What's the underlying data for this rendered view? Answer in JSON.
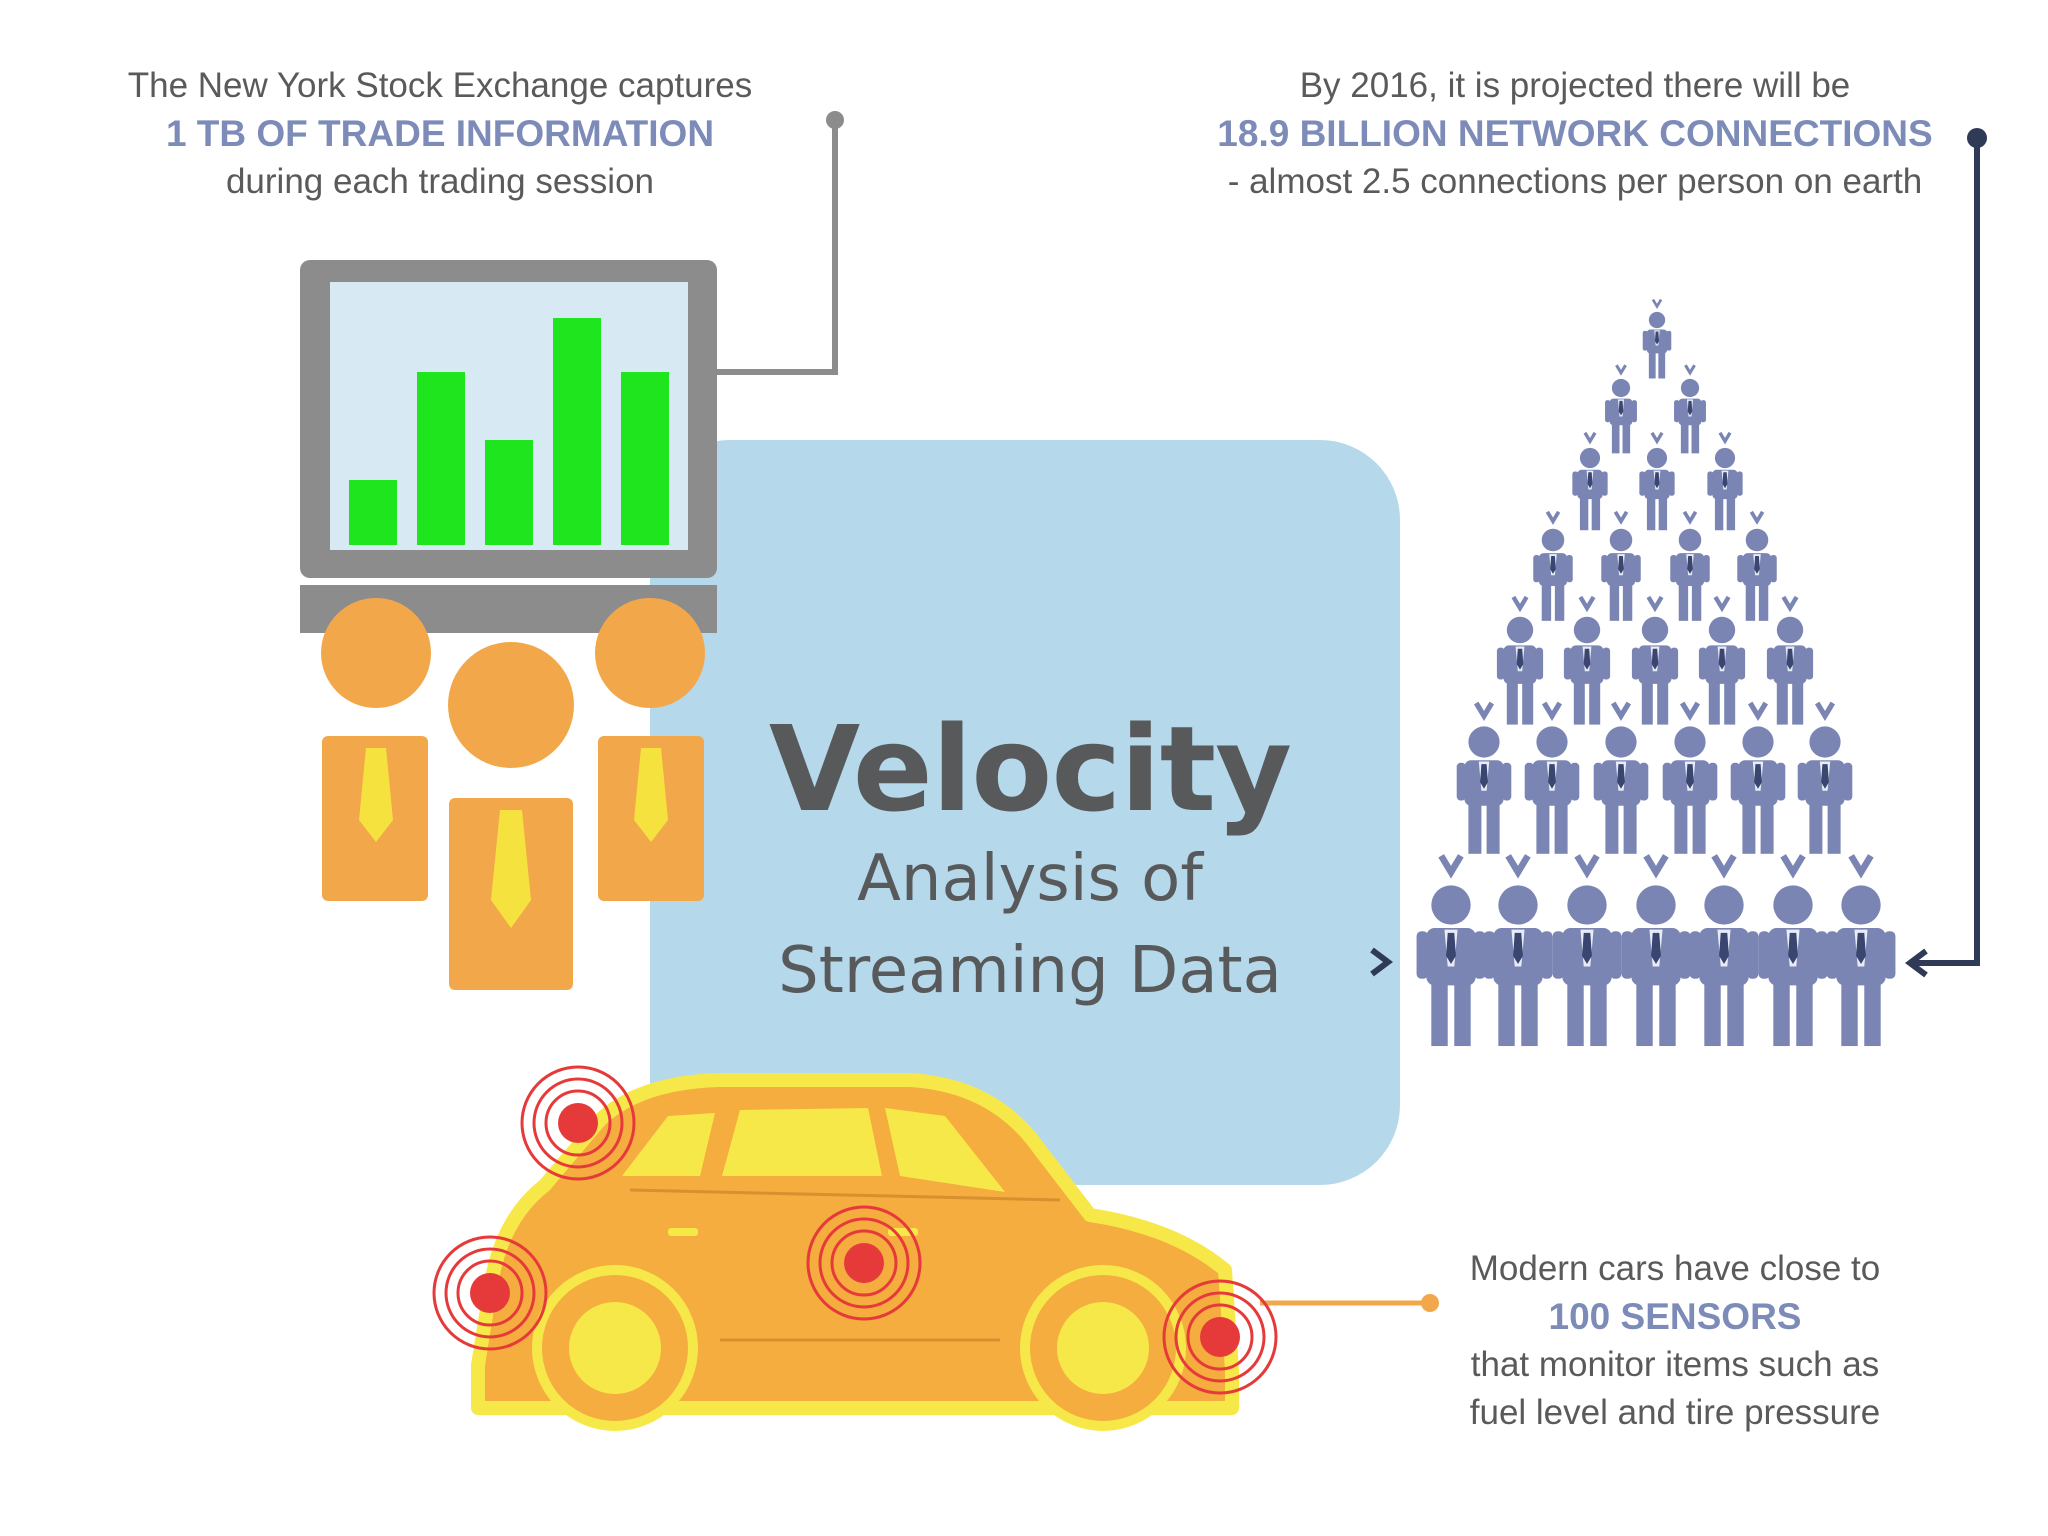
{
  "colors": {
    "panel": "#b5d8eb",
    "monitor_frame": "#8c8c8c",
    "monitor_screen": "#d7eaf4",
    "bars": "#1ee51e",
    "person_orange": "#f2a84a",
    "tie_yellow": "#f5e23e",
    "car_body": "#f4ad3e",
    "car_outline": "#f7e84a",
    "sensor": "#e63a3a",
    "people_blue": "#7a85b4",
    "connector_dark": "#2e3a56",
    "highlight_text": "#7d8bb8",
    "caption_text": "#5a5a5a"
  },
  "icons": {
    "monitor": "bar-chart-monitor-icon",
    "traders": "business-people-icon",
    "network": "network-people-pyramid-icon",
    "car": "car-with-sensors-icon"
  },
  "title": {
    "main": "Velocity",
    "line2": "Analysis of",
    "line3": "Streaming Data"
  },
  "stock": {
    "line1": "The New York Stock Exchange captures",
    "highlight": "1 TB OF TRADE INFORMATION",
    "line3": "during each trading session"
  },
  "network": {
    "line1": "By 2016, it is projected there will be",
    "highlight": "18.9 BILLION NETWORK CONNECTIONS",
    "line3": "- almost 2.5 connections per person on earth"
  },
  "cars": {
    "line1": "Modern cars have close to",
    "highlight": "100 SENSORS",
    "line3": "that monitor items such as",
    "line4": "fuel level and tire pressure"
  }
}
